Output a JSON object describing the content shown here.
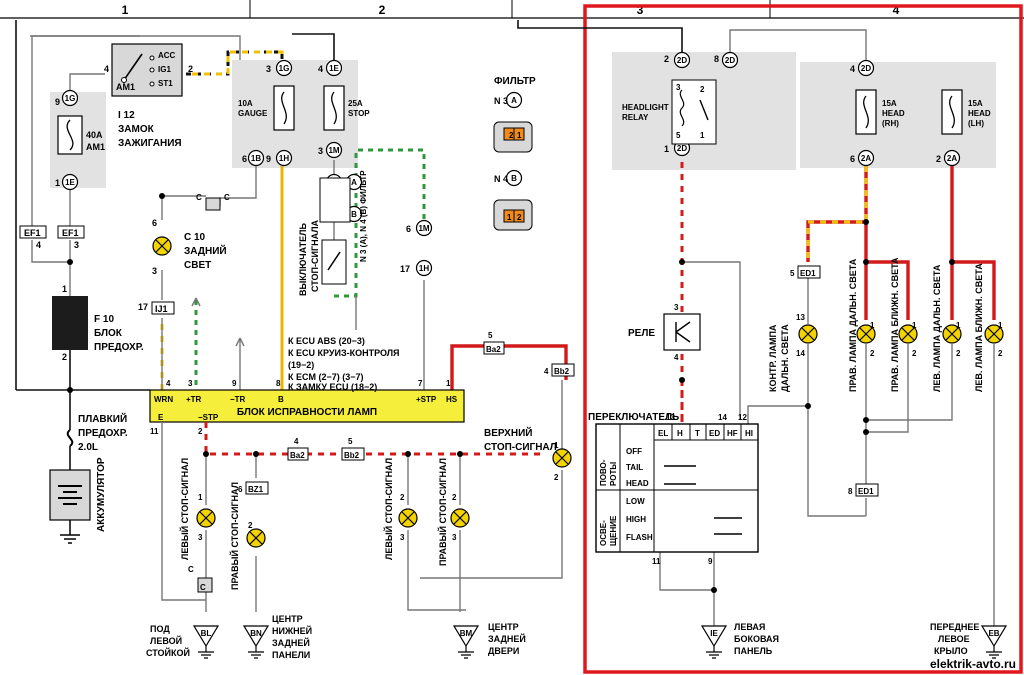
{
  "colors": {
    "frame_red": "#e0181e",
    "wire_red": "#d21a1a",
    "wire_yellow": "#f2c200",
    "wire_green": "#2c9a3c",
    "lamp_yellow": "#f4d400",
    "module_yellow": "#f5ee3a",
    "shade_gray": "#e2e2e2",
    "connector_orange": "#f08a1c"
  },
  "columns": [
    "1",
    "2",
    "3",
    "4"
  ],
  "ignition": {
    "label": "I 12",
    "title_line1": "ЗАМОК",
    "title_line2": "ЗАЖИГАНИЯ",
    "positions": [
      "ACC",
      "IG1",
      "ST1",
      "AM1"
    ],
    "pins": [
      "4",
      "2"
    ]
  },
  "fuses_left": {
    "fuse_40a_line1": "40A",
    "fuse_40a_line2": "AM1",
    "c_1g": "1G",
    "c_1e": "1E",
    "pin_9": "9",
    "pin_1": "1"
  },
  "fuses_center": {
    "gauge_line1": "10A",
    "gauge_line2": "GAUGE",
    "stop_line1": "25A",
    "stop_line2": "STOP",
    "c_1g": "1G",
    "c_1e": "1E",
    "c_1b": "1B",
    "c_1h": "1H",
    "c_1m": "1M",
    "pin_3": "3",
    "pin_4": "4",
    "pin_6": "6",
    "pin_9": "9"
  },
  "ef": {
    "ef1": "EF1",
    "pin_4": "4",
    "pin_3": "3"
  },
  "fuse_block": {
    "label": "F 10",
    "line1": "БЛОК",
    "line2": "ПРЕДОХР.",
    "pin_1": "1",
    "pin_2": "2"
  },
  "fusible_link": {
    "line1": "ПЛАВКИЙ",
    "line2": "ПРЕДОХР.",
    "line3": "2.0L"
  },
  "battery": {
    "label": "АККУМУЛЯТОР"
  },
  "tail_lamp": {
    "label": "C 10",
    "line1": "ЗАДНИЙ",
    "line2": "СВЕТ",
    "pin_6": "6",
    "pin_3": "3",
    "connector": "IJ1",
    "pin_17": "17"
  },
  "filter": {
    "title": "ФИЛЬТР",
    "n3": "N 3",
    "n3_letter": "A",
    "n4": "N 4",
    "n4_letter": "B",
    "pin_2": "2",
    "pin_1": "1"
  },
  "stop_switch": {
    "line1": "ВЫКЛЮЧАТЕЛЬ",
    "line2": "СТОП-СИГНАЛА",
    "filter_label": "N 3 (A), N 4 (B) ФИЛЬТР",
    "pin_1": "1",
    "pin_2": "2",
    "letter_a": "A",
    "letter_b": "B"
  },
  "right_conn": {
    "c_1m": "1M",
    "c_1h": "1H",
    "pin_6": "6",
    "pin_17": "17"
  },
  "ecu_refs": [
    "К ECU ABS (20−3)",
    "К ECU КРУИЗ-КОНТРОЛЯ",
    "(19−2)",
    "К ECM (2−7) (3−7)",
    "К ЗАМКУ ECU (18−2)"
  ],
  "lamp_check": {
    "title": "БЛОК ИСПРАВНОСТИ ЛАМП",
    "top_pins": [
      "WRN",
      "+TR",
      "−TR",
      "B",
      "+STP",
      "HS"
    ],
    "top_nums": [
      "4",
      "3",
      "9",
      "8",
      "7",
      "1"
    ],
    "bottom_pins": [
      "E",
      "−STP"
    ],
    "bottom_nums": [
      "11",
      "2"
    ]
  },
  "connectors_mid": {
    "ba2": "Ba2",
    "bb2": "Bb2",
    "bz1": "BZ1",
    "pin_4": "4",
    "pin_5": "5",
    "pin_6": "6"
  },
  "rear_lamps": {
    "left_stop": "ЛЕВЫЙ СТОП-СИГНАЛ",
    "right_stop": "ПРАВЫЙ СТОП-СИГНАЛ",
    "upper_line1": "ВЕРХНИЙ",
    "upper_line2": "СТОП-СИГНАЛ",
    "pin_1": "1",
    "pin_2": "2",
    "pin_3": "3"
  },
  "grounds": {
    "bl": "BL",
    "bl_line1": "ПОД",
    "bl_line2": "ЛЕВОЙ",
    "bl_line3": "СТОЙКОЙ",
    "bn": "BN",
    "bn_line1": "ЦЕНТР",
    "bn_line2": "НИЖНЕЙ",
    "bn_line3": "ЗАДНЕЙ",
    "bn_line4": "ПАНЕЛИ",
    "bm": "BM",
    "bm_line1": "ЦЕНТР",
    "bm_line2": "ЗАДНЕЙ",
    "bm_line3": "ДВЕРИ",
    "ie": "IE",
    "ie_line1": "ЛЕВАЯ",
    "ie_line2": "БОКОВАЯ",
    "ie_line3": "ПАНЕЛЬ",
    "eb": "EB",
    "eb_line1": "ПЕРЕДНЕЕ",
    "eb_line2": "ЛЕВОЕ",
    "eb_line3": "КРЫЛО"
  },
  "splice_c": "C",
  "headlight": {
    "relay_line1": "HEADLIGHT",
    "relay_line2": "RELAY",
    "c_2d": "2D",
    "c_2a": "2A",
    "pin_2": "2",
    "pin_8": "8",
    "pin_1": "1",
    "pin_4": "4",
    "pin_6": "6",
    "relay_pins": [
      "3",
      "5",
      "2",
      "1"
    ],
    "head_rh_line1": "15A",
    "head_rh_line2": "HEAD",
    "head_rh_line3": "(RH)",
    "head_lh_line1": "15A",
    "head_lh_line2": "HEAD",
    "head_lh_line3": "(LH)"
  },
  "relay": {
    "label": "РЕЛЕ",
    "pin_3": "3",
    "pin_4": "4"
  },
  "ed1": {
    "label": "ED1",
    "pin_5": "5",
    "pin_8": "8"
  },
  "indicator": {
    "line1": "КОНТР. ЛАМПА",
    "line2": "ДАЛЬН. СВЕТА",
    "pin_13": "13",
    "pin_14": "14"
  },
  "head_lamps": {
    "r_high": "ПРАВ. ЛАМПА ДАЛЬН. СВЕТА",
    "r_low": "ПРАВ. ЛАМПА БЛИЖН. СВЕТА",
    "l_high": "ЛЕВ. ЛАМПА ДАЛЬН. СВЕТА",
    "l_low": "ЛЕВ. ЛАМПА БЛИЖН. СВЕТА",
    "pin_1": "1",
    "pin_2": "2"
  },
  "switch": {
    "title": "ПЕРЕКЛЮЧАТЕЛЬ",
    "pin_13": "13",
    "pin_14": "14",
    "pin_12": "12",
    "pin_11": "11",
    "pin_9": "9",
    "columns": [
      "EL",
      "H",
      "T",
      "ED",
      "HF",
      "HI"
    ],
    "group1_line1": "ПОВО-",
    "group1_line2": "РОТЫ",
    "group2_line1": "ОСВЕ-",
    "group2_line2": "ЩЕНИЕ",
    "rows": [
      "OFF",
      "TAIL",
      "HEAD",
      "LOW",
      "HIGH",
      "FLASH"
    ]
  },
  "watermark": "elektrik-avto.ru"
}
